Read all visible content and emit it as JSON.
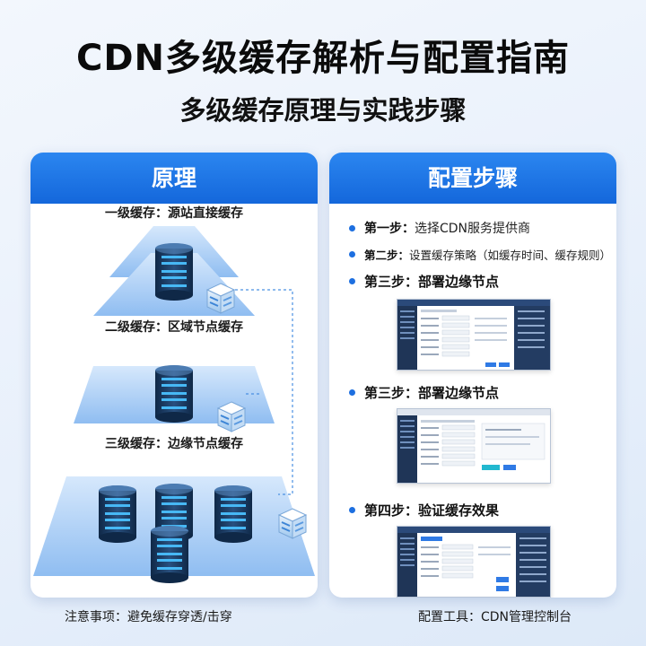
{
  "title": "CDN多级缓存解析与配置指南",
  "subtitle": "多级缓存原理与实践步骤",
  "left_panel": {
    "header": "原理",
    "tiers": [
      {
        "label": "一级缓存：源站直接缓存"
      },
      {
        "label": "二级缓存：区域节点缓存"
      },
      {
        "label": "三级缓存：边缘节点缓存"
      }
    ]
  },
  "right_panel": {
    "header": "配置步骤",
    "steps": [
      {
        "label": "第一步：",
        "text": "选择CDN服务提供商"
      },
      {
        "label": "第二步：",
        "text": "设置缓存策略（如缓存时间、缓存规则）"
      },
      {
        "label": "第三步：",
        "text": "部署边缘节点"
      },
      {
        "label": "第三步：",
        "text": "部署边缘节点"
      },
      {
        "label": "第四步：",
        "text": "验证缓存效果"
      }
    ]
  },
  "footer": {
    "note": "注意事项：避免缓存穿透/击穿",
    "tool": "配置工具：CDN管理控制台"
  },
  "colors": {
    "accent": "#1d6fe0",
    "header_gradient_top": "#2b86f0",
    "header_gradient_bottom": "#1467db",
    "pyramid_light": "#cfe3fb",
    "pyramid_dark": "#8fbdf1",
    "server_body": "#1c3a63",
    "server_light": "#47b8f5"
  },
  "icons": [
    "server-icon",
    "cache-box-icon",
    "dashed-connector-line",
    "console-screenshot"
  ]
}
